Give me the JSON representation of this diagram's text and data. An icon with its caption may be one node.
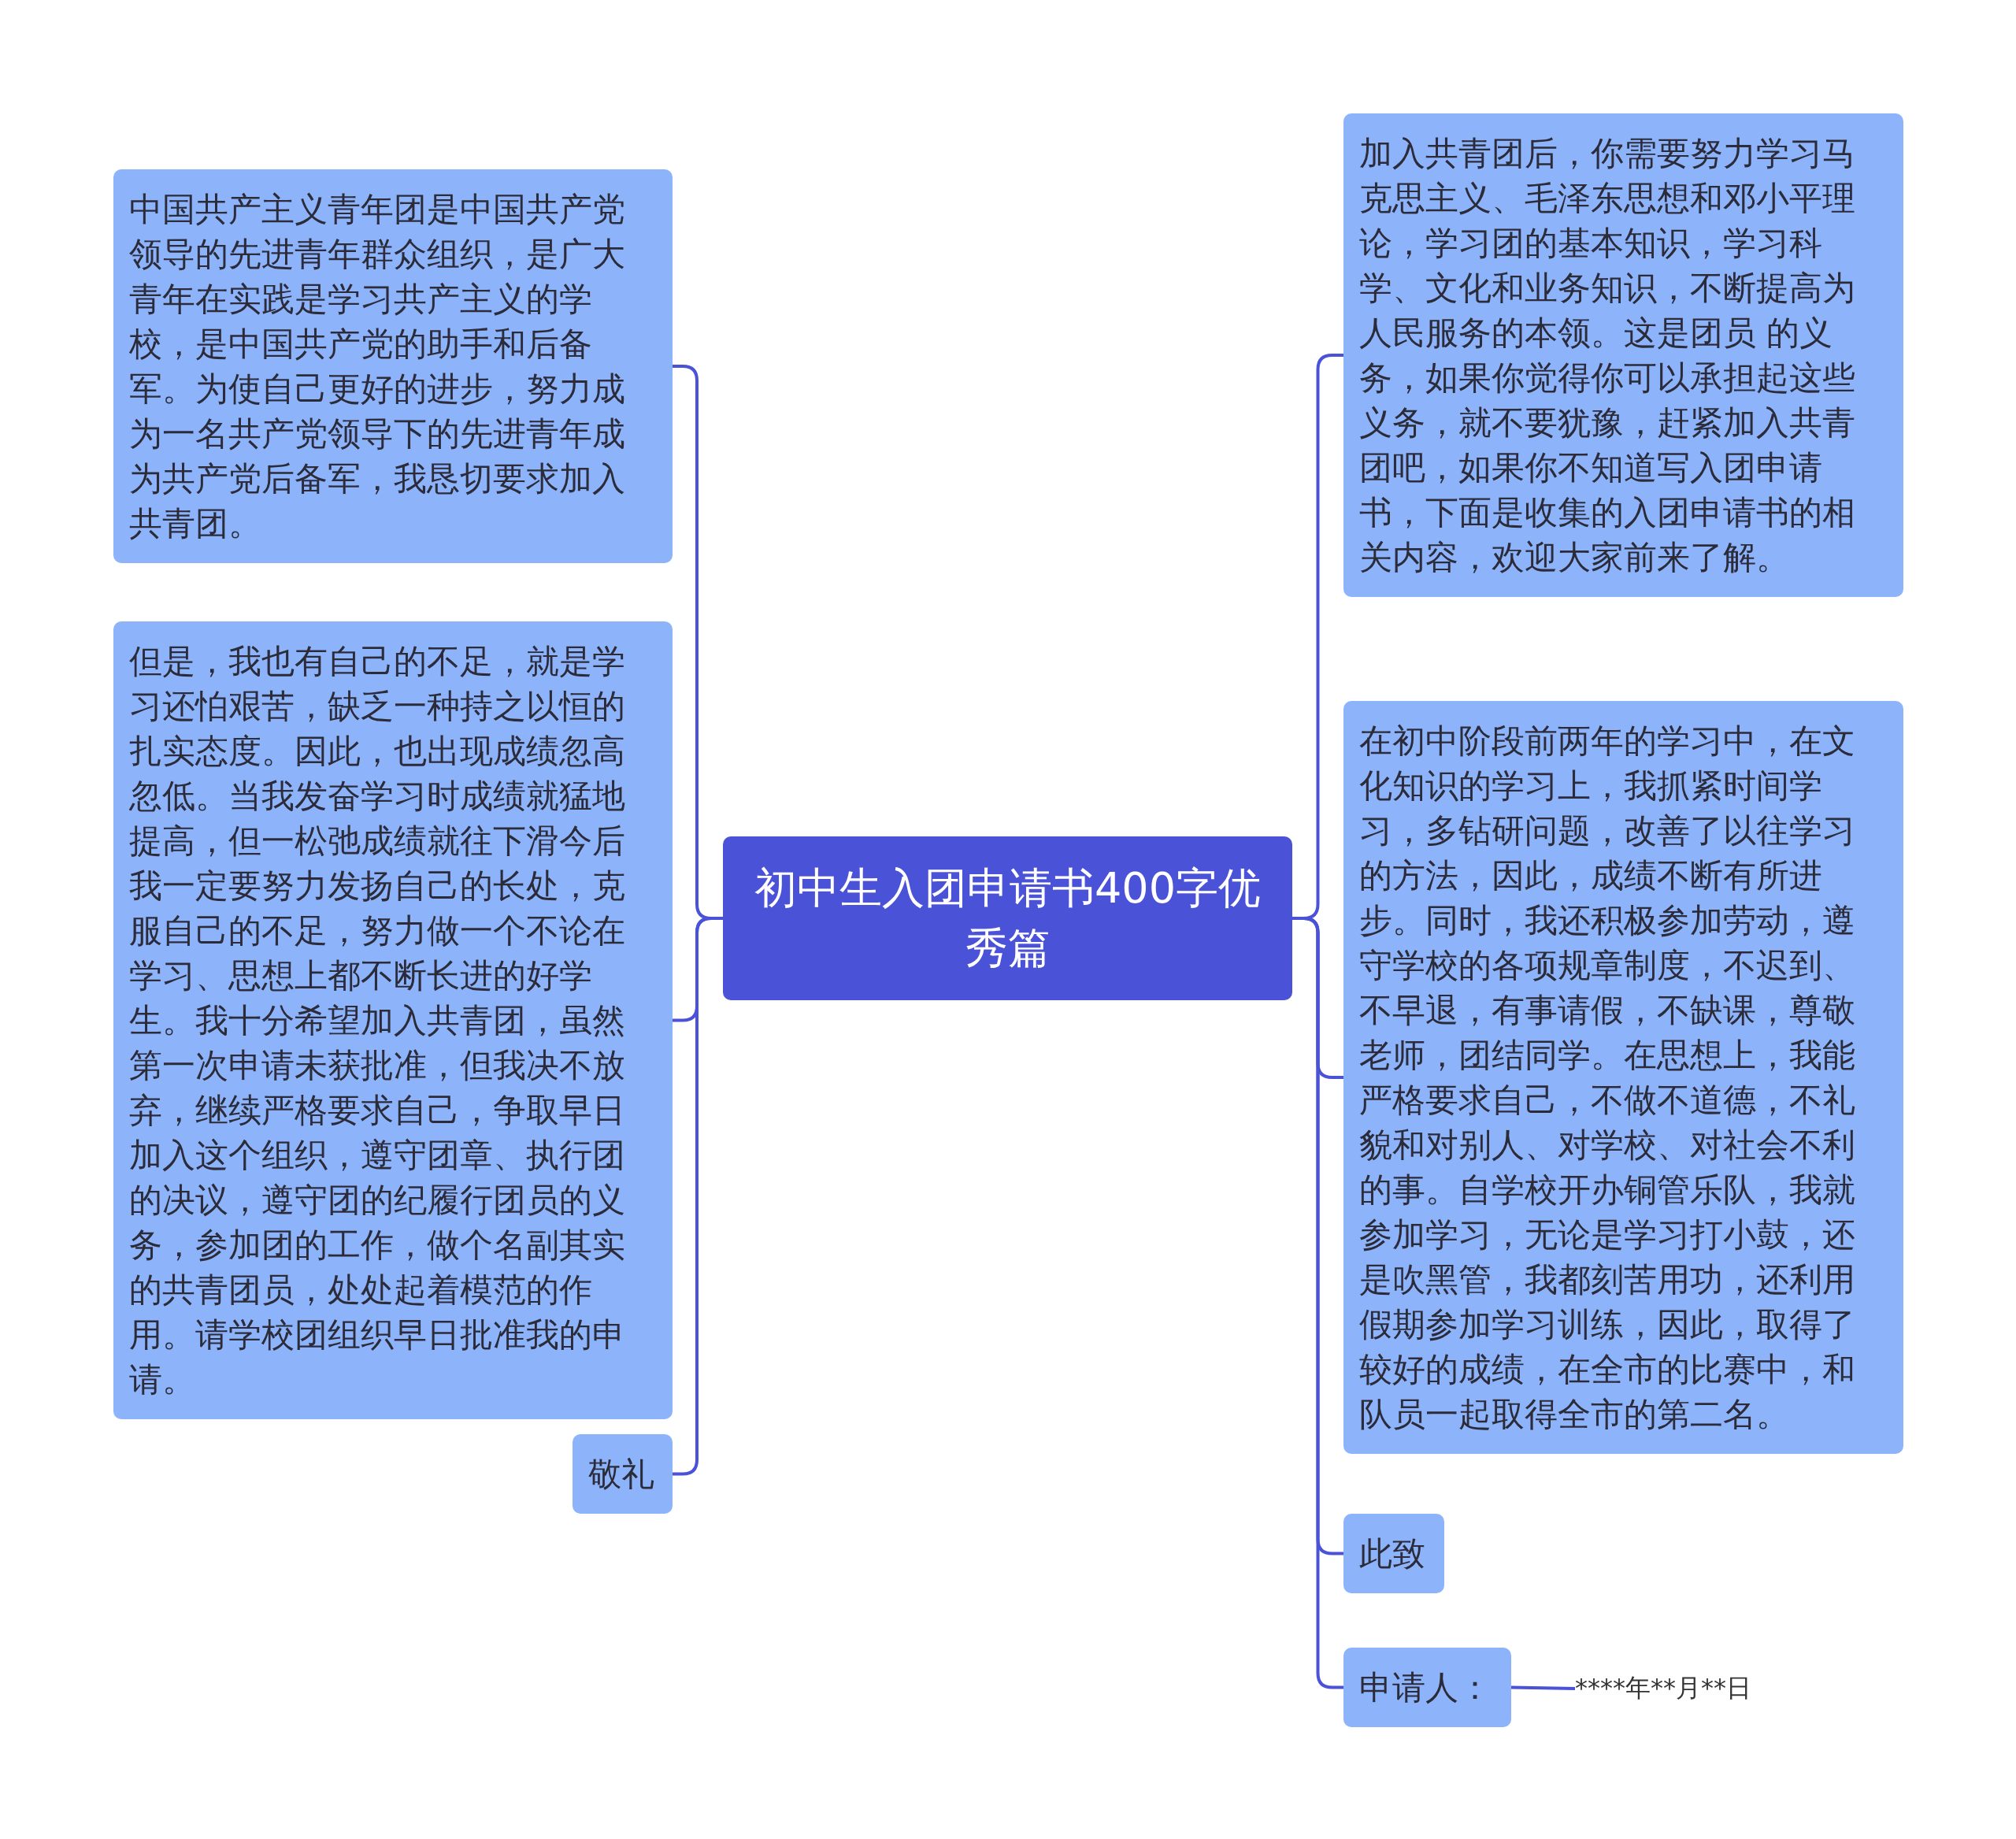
{
  "diagram": {
    "nodes": [
      {
        "text": [
          "初中生入团申请书400字优秀篇"
        ]
      },
      {
        "text": [
          "中国共产主义青年团是中国共产党领导的先进青年群众组织，是广大青年在实践是学习共产主义的学校，是中国共产党的助手和后备军。为使自己更好的进步，努力成为一名共产党领导下的先进青年成为共产党后备军，我恳切要求加入共青团。"
        ]
      },
      {
        "text": [
          "但是，我也有自己的不足，就是学习还怕艰苦，缺乏一种持之以恒的扎实态度。因此，也出现成绩忽高忽低。当我发奋学习时成绩就猛地提高，但一松弛成绩就往下滑今后我一定要努力发扬自己的长处，克服自己的不足，努力做一个不论在学习、思想上都不断长进的好学生。我十分希望加入共青团，虽然第一次申请未获批准，但我决不放弃，继续严格要求自己，争取早日加入这个组织，遵守团章、执行团的决议，遵守团的纪履行团员的义务，参加团的工作，做个名副其实的共青团员，处处起着模范的作用。请学校团组织早日批准我的申请。"
        ]
      },
      {
        "text": [
          "敬礼"
        ]
      },
      {
        "text": [
          "加入共青团后，你需要努力学习马克思主义、毛泽东思想和邓小平理论，学习团的基本知识，学习科学、文化和业务知识，不断提高为人民服务的本领。这是团员 的义务，如果你觉得你可以承担起这些义务，就不要犹豫，赶紧加入共青团吧，如果你不知道写入团申请书，下面是收集的入团申请书的相关内容，欢迎大家前来了解。"
        ]
      },
      {
        "text": [
          "在初中阶段前两年的学习中，在文化知识的学习上，我抓紧时间学习，多钻研问题，改善了以往学习的方法，因此，成绩不断有所进步。同时，我还积极参加劳动，遵守学校的各项规章制度，不迟到、不早退，有事请假，不缺课，尊敬老师，团结同学。在思想上，我能严格要求自己，不做不道德，不礼貌和对别人、对学校、对社会不利的事。自学校开办铜管乐队，我就参加学习，无论是学习打小鼓，还是吹黑管，我都刻苦用功，还利用假期参加学习训练，因此，取得了较好的成绩，在全市的比赛中，和队员一起取得全市的第二名。"
        ]
      },
      {
        "text": [
          "此致"
        ]
      },
      {
        "text": [
          "申请人："
        ]
      },
      {
        "text": [
          "****年**月**日"
        ]
      }
    ],
    "edges": [
      {
        "from": 0,
        "to": 1,
        "arrow": "none"
      },
      {
        "from": 0,
        "to": 2,
        "arrow": "none"
      },
      {
        "from": 0,
        "to": 3,
        "arrow": "none"
      },
      {
        "from": 0,
        "to": 4,
        "arrow": "none"
      },
      {
        "from": 0,
        "to": 5,
        "arrow": "none"
      },
      {
        "from": 0,
        "to": 6,
        "arrow": "none"
      },
      {
        "from": 0,
        "to": 7,
        "arrow": "none"
      },
      {
        "from": 7,
        "to": 8,
        "arrow": "none"
      }
    ]
  }
}
